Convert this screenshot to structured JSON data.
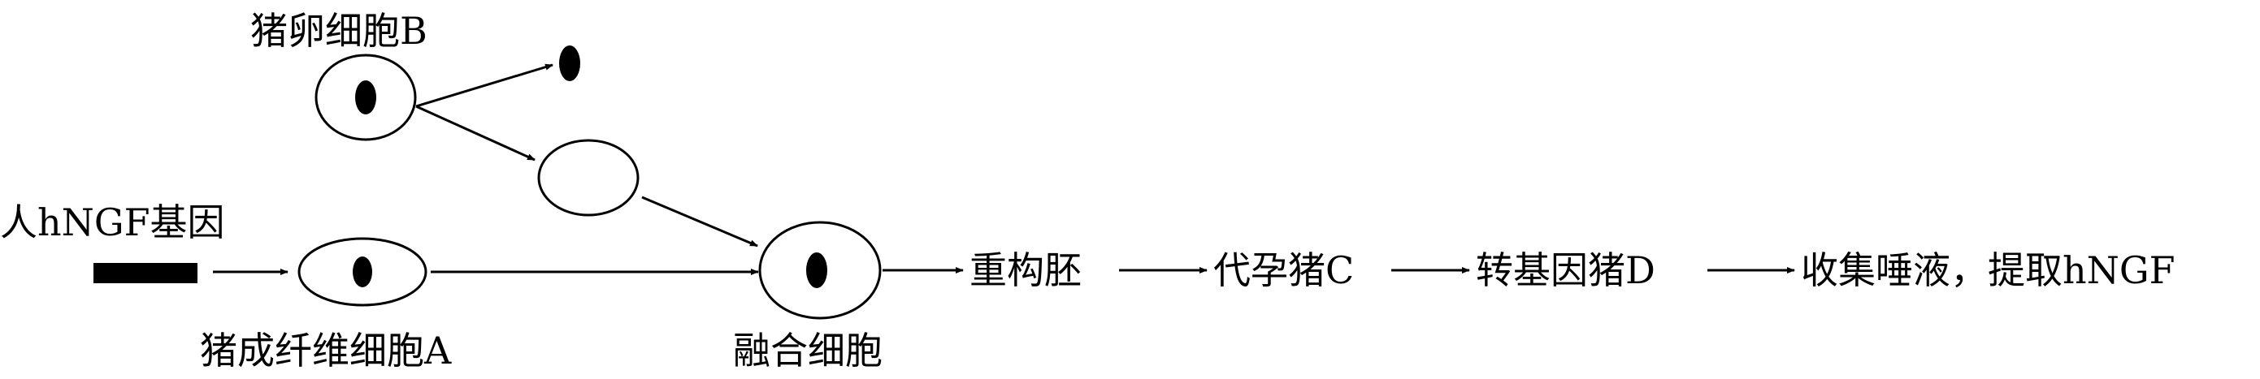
{
  "labels": {
    "egg_cell": "猪卵细胞B",
    "human_gene": "人hNGF基因",
    "fibroblast": "猪成纤维细胞A",
    "fusion_cell": "融合细胞",
    "reconstructed_embryo": "重构胚",
    "surrogate_pig": "代孕猪C",
    "transgenic_pig": "转基因猪D",
    "final_step": "收集唾液，提取hNGF"
  }
}
